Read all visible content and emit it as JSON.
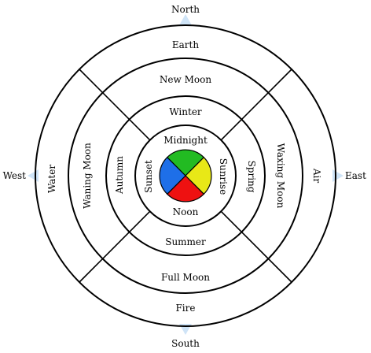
{
  "directions": {
    "north": "North",
    "south": "South",
    "east": "East",
    "west": "West"
  },
  "outer_ring": {
    "top": "Earth",
    "bottom": "Fire",
    "left": "Water",
    "right": "Air"
  },
  "moon_ring": {
    "top": "New Moon",
    "bottom": "Full Moon",
    "left": "Waning Moon",
    "right": "Waxing Moon"
  },
  "season_ring": {
    "top": "Winter",
    "bottom": "Summer",
    "left": "Autumn",
    "right": "Spring"
  },
  "time_ring": {
    "top": "Midnight",
    "bottom": "Noon",
    "left": "Sunset",
    "right": "Sunrise"
  },
  "center_colors": {
    "top": "#22bb22",
    "right": "#e8e817",
    "bottom": "#ee1111",
    "left": "#1e6fe8"
  },
  "arrow_color": "#cfe4f7"
}
